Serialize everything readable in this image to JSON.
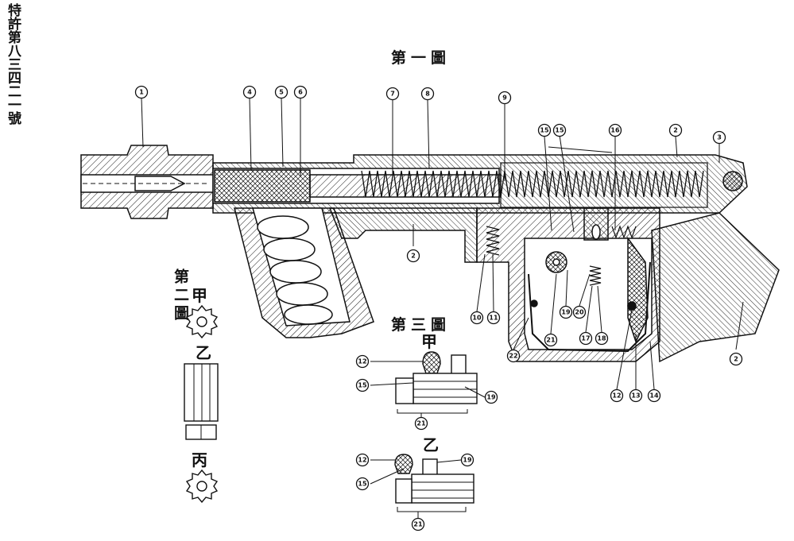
{
  "header": {
    "patent_number": "特許第八三四二一號"
  },
  "figures": {
    "fig1": {
      "title": "第一圖"
    },
    "fig2": {
      "title": "第二圖",
      "label_a": "甲",
      "label_b": "乙",
      "label_c": "丙"
    },
    "fig3": {
      "title": "第三圖",
      "label_a": "甲",
      "label_b": "乙"
    }
  },
  "callouts": {
    "fig1": [
      "1",
      "4",
      "5",
      "6",
      "7",
      "8",
      "9",
      "15",
      "15",
      "16",
      "2",
      "3",
      "2",
      "10",
      "11",
      "22",
      "21",
      "19",
      "20",
      "17",
      "18",
      "12",
      "13",
      "14",
      "2"
    ],
    "fig3a": [
      "12",
      "15",
      "19",
      "21"
    ],
    "fig3b": [
      "12",
      "15",
      "19",
      "21"
    ]
  },
  "colors": {
    "ink": "#111111",
    "paper": "#ffffff"
  }
}
